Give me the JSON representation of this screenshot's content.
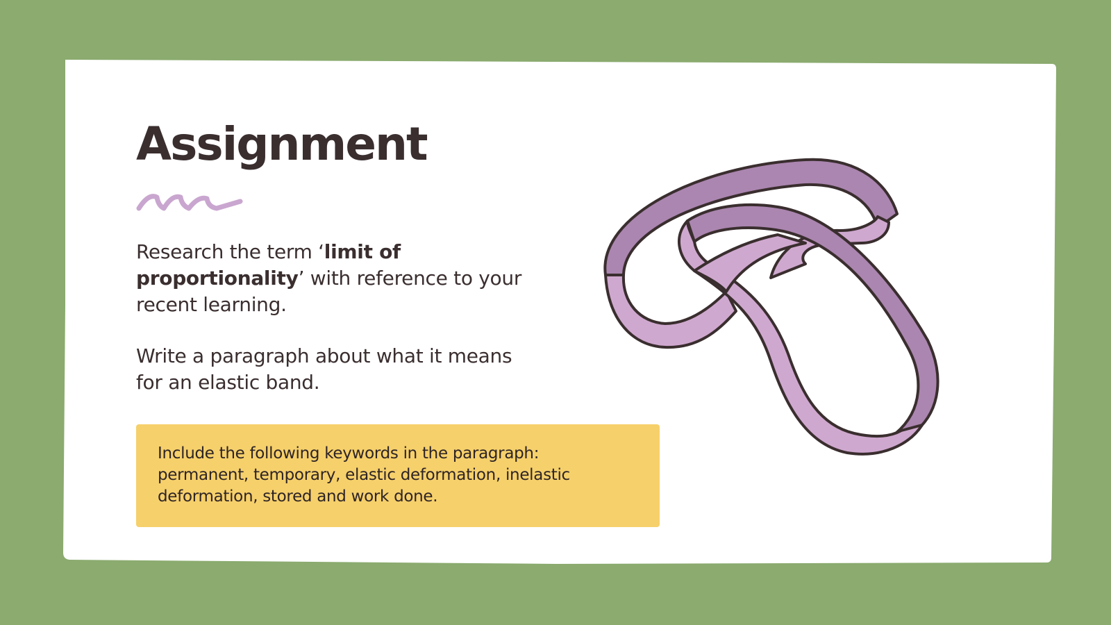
{
  "slide": {
    "title": "Assignment",
    "paragraph_1": {
      "before": "Research the term ‘",
      "bold": "limit of proportionality",
      "after": "’ with reference to your recent learning."
    },
    "paragraph_2": "Write a paragraph about what it means for an elastic band.",
    "keyword_box": "Include the following keywords in the paragraph: permanent, temporary, elastic deformation, inelastic deformation, stored and work done."
  },
  "colors": {
    "background": "#8bab6f",
    "card": "#ffffff",
    "text": "#3a2e2f",
    "accent_squiggle": "#c9a6cf",
    "keyword_box": "#f6d06b",
    "band_light": "#cfa8cf",
    "band_dark": "#ab86b0"
  },
  "icons": {
    "decoration": "squiggle-icon",
    "illustration": "elastic-band-icon"
  }
}
